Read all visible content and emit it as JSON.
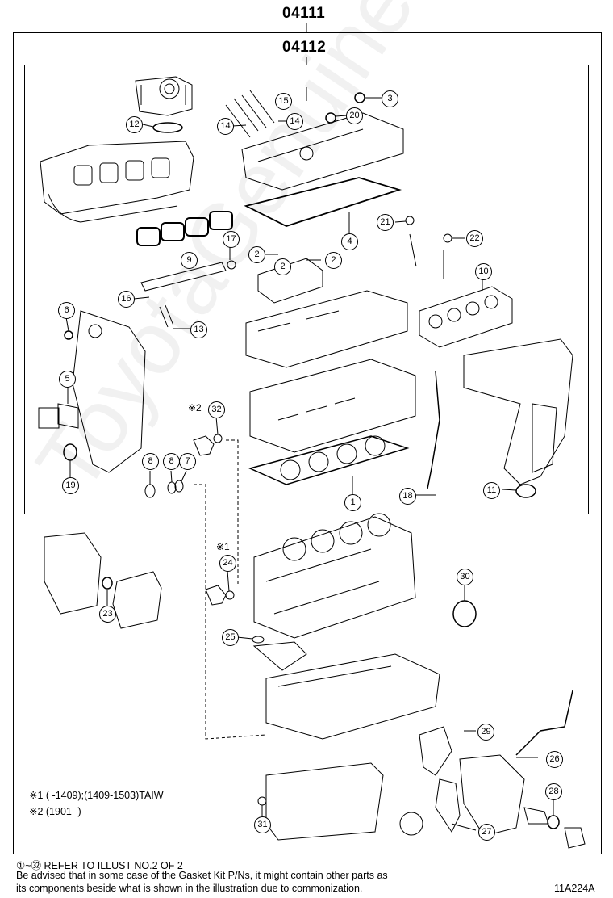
{
  "header": {
    "outer_kit": "04111",
    "inner_kit": "04112"
  },
  "callouts": [
    "1",
    "2",
    "2",
    "2",
    "3",
    "4",
    "5",
    "6",
    "7",
    "8",
    "8",
    "9",
    "10",
    "11",
    "12",
    "13",
    "14",
    "14",
    "15",
    "16",
    "17",
    "18",
    "19",
    "20",
    "21",
    "22",
    "23",
    "24",
    "25",
    "26",
    "27",
    "28",
    "29",
    "30",
    "31",
    "32"
  ],
  "marks": {
    "m2": "※2",
    "m1": "※1"
  },
  "notes": {
    "n1": "※1 (      -1409);(1409-1503)TAIW",
    "n2": "※2 (1901-        )"
  },
  "footer": {
    "range_prefix": "①~㉜",
    "range_text": "REFER TO ILLUST NO.2 OF 2",
    "line1": "Be advised that in some case of the Gasket Kit P/Ns,  it might contain other parts as",
    "line2": "its components beside what is shown in the illustration due to commonization.",
    "code": "11A224A"
  },
  "watermark": "ToyotaGenuine.ru",
  "colors": {
    "line": "#000000",
    "watermark": "#969696"
  }
}
